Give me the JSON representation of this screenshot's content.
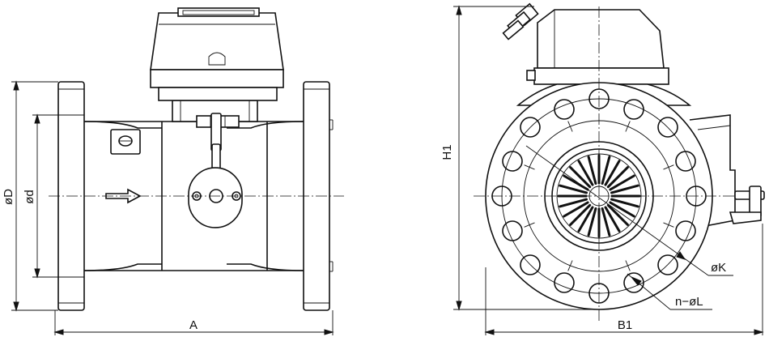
{
  "labels": {
    "A": "A",
    "B1": "B1",
    "H1": "H1",
    "phiD": "øD",
    "phid": "ød",
    "phiK": "øK",
    "nphiL": "n−øL"
  },
  "colors": {
    "line": "#111111",
    "background": "#ffffff"
  }
}
